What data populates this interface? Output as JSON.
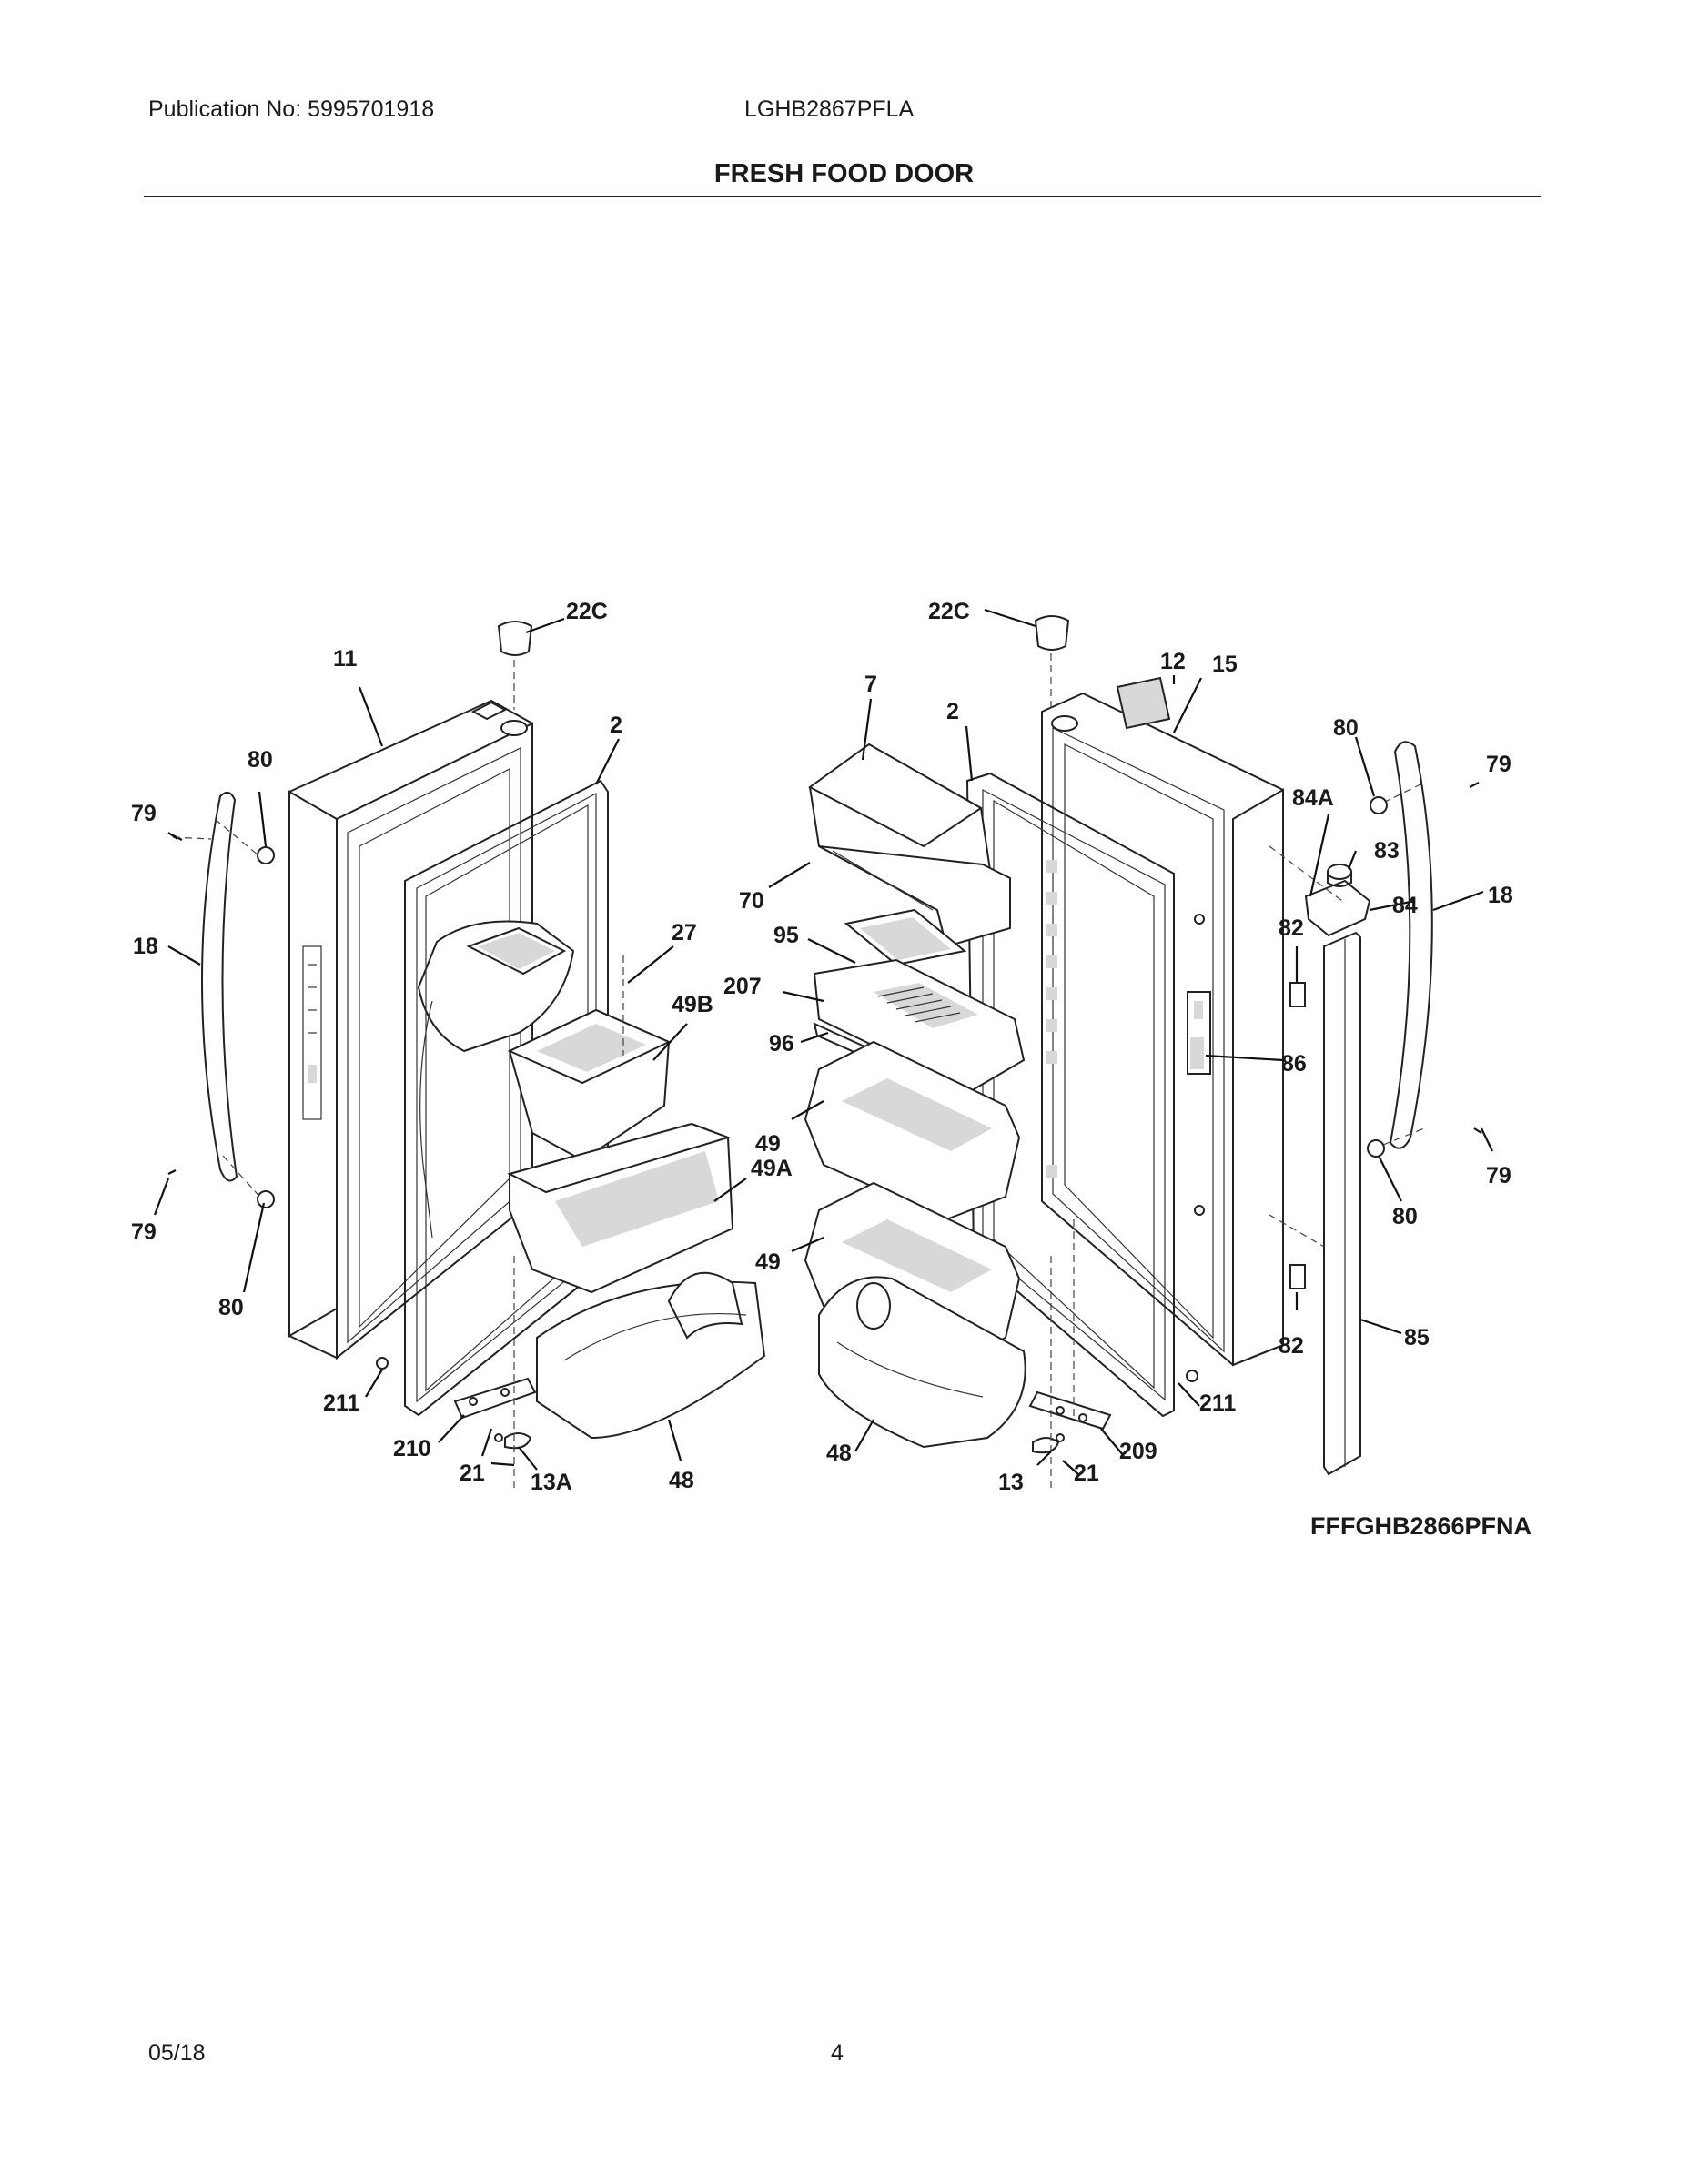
{
  "header": {
    "publication": "Publication No: 5995701918",
    "model": "LGHB2867PFLA"
  },
  "title": "FRESH FOOD DOOR",
  "diagram": {
    "code": "FFFGHB2866PFNA",
    "callouts": {
      "c22c_left": "22C",
      "c11": "11",
      "c2_left": "2",
      "c80_left_top": "80",
      "c79_left_top": "79",
      "c18_left": "18",
      "c27": "27",
      "c49b": "49B",
      "c49a": "49A",
      "c79_left_bot": "79",
      "c80_left_bot": "80",
      "c211_left": "211",
      "c210": "210",
      "c21_left": "21",
      "c13a": "13A",
      "c48_left": "48",
      "c22c_right": "22C",
      "c7": "7",
      "c2_right": "2",
      "c12": "12",
      "c15": "15",
      "c70": "70",
      "c95": "95",
      "c207": "207",
      "c96": "96",
      "c49_top": "49",
      "c49_bot": "49",
      "c48_right": "48",
      "c13": "13",
      "c21_right": "21",
      "c209": "209",
      "c211_right": "211",
      "c80_right_top": "80",
      "c79_right_top": "79",
      "c84a": "84A",
      "c83": "83",
      "c84": "84",
      "c18_right": "18",
      "c82_top": "82",
      "c86": "86",
      "c79_right_bot": "79",
      "c80_right_bot": "80",
      "c82_bot": "82",
      "c85": "85"
    }
  },
  "footer": {
    "date": "05/18",
    "page": "4"
  }
}
